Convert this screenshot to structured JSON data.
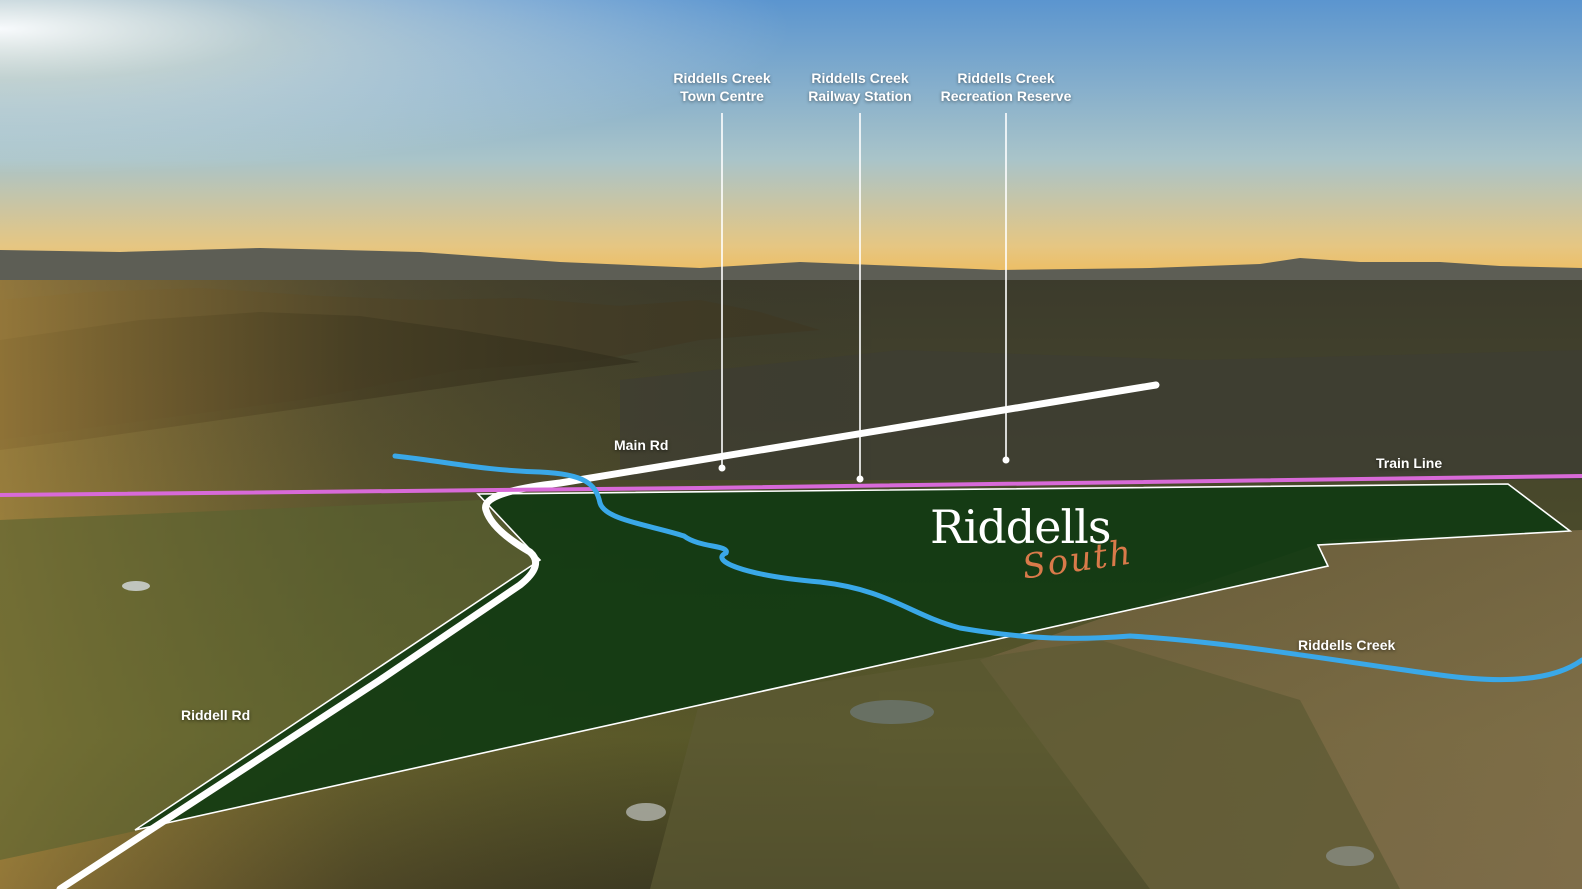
{
  "labels": {
    "main_rd": "Main Rd",
    "train_line": "Train Line",
    "riddell_rd": "Riddell Rd",
    "riddells_creek": "Riddells Creek"
  },
  "poi": [
    {
      "line1": "Riddells Creek",
      "line2": "Town Centre"
    },
    {
      "line1": "Riddells Creek",
      "line2": "Railway Station"
    },
    {
      "line1": "Riddells Creek",
      "line2": "Recreation Reserve"
    }
  ],
  "brand": {
    "name": "Riddells",
    "sub": "South"
  },
  "colors": {
    "train_line": "#d86ad8",
    "creek": "#3aa8e8",
    "road": "#ffffff",
    "site_fill": "#0f3a12",
    "brand_accent": "#d97a4a"
  }
}
